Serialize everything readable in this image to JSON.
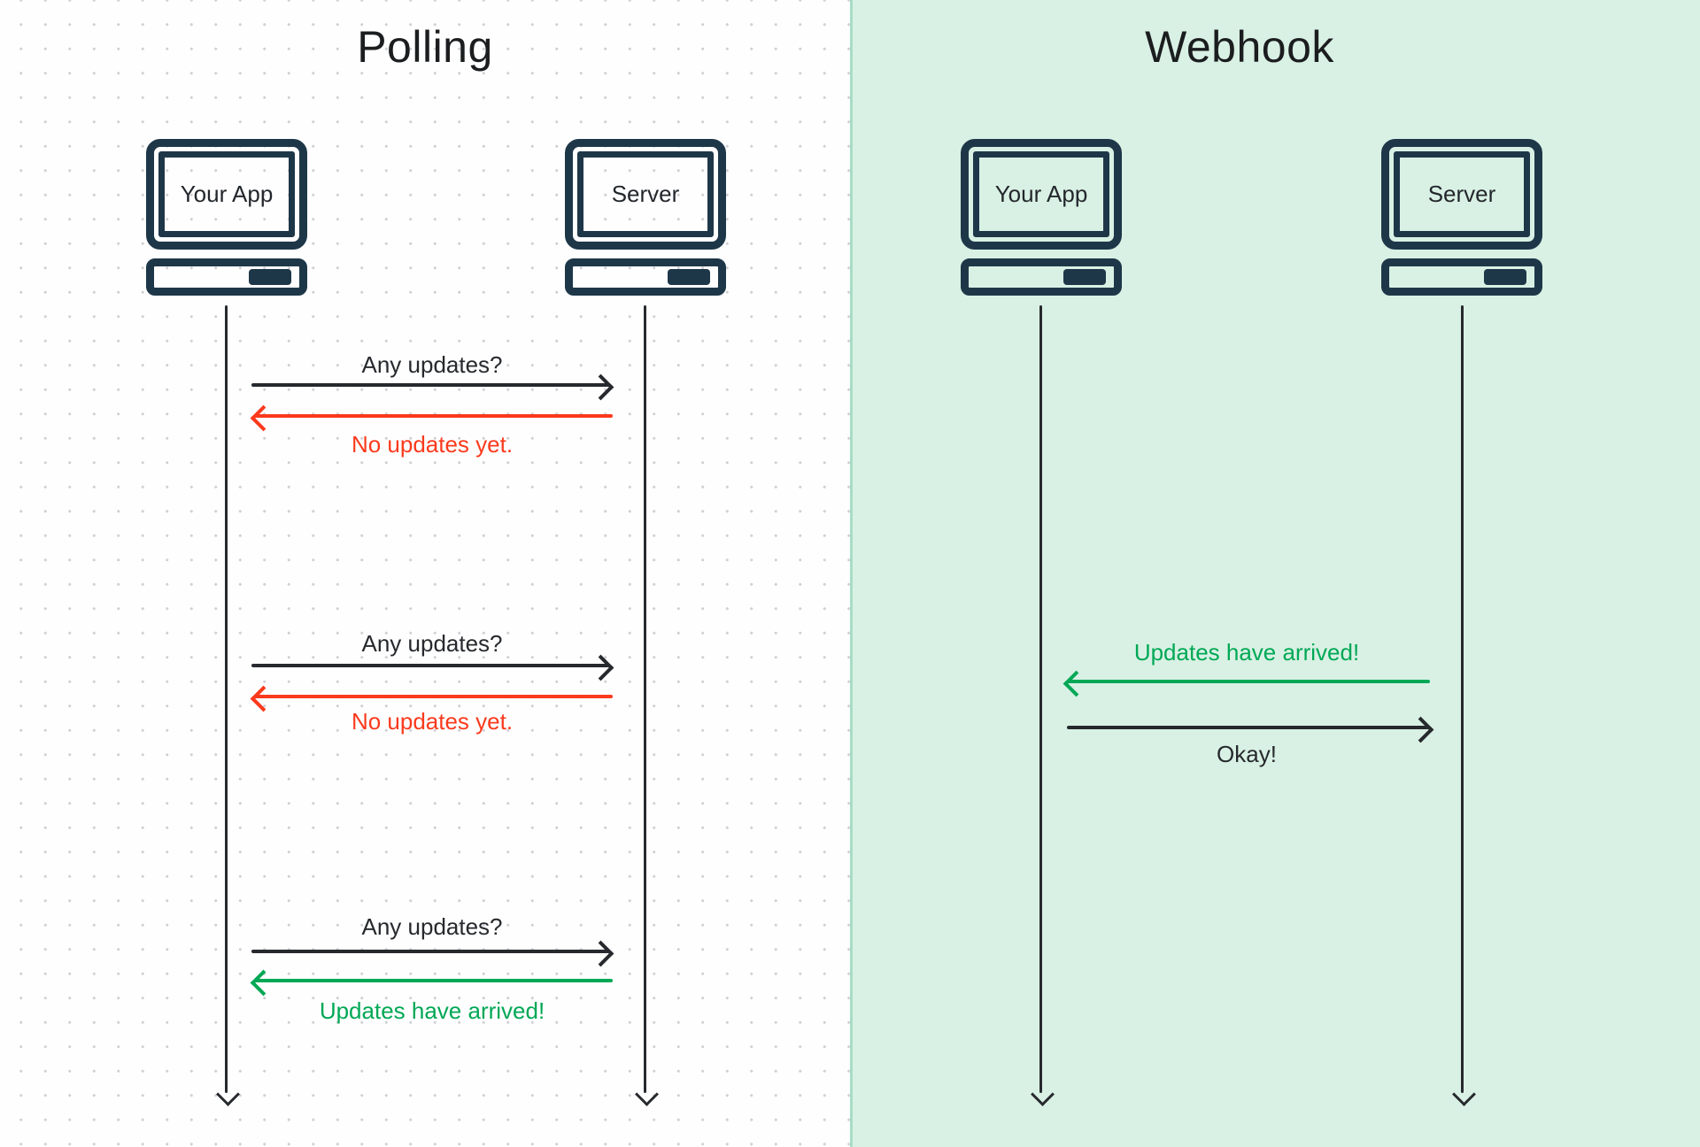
{
  "colors": {
    "ink": "#26292d",
    "navy": "#1e3748",
    "red": "#fb3a1d",
    "green": "#00a855",
    "mint": "#d9f1e4",
    "dot": "#d0d1d6",
    "edge": "#a9dcc5"
  },
  "polling": {
    "title": "Polling",
    "actors": {
      "app": "Your App",
      "server": "Server"
    },
    "exchanges": [
      {
        "request": "Any updates?",
        "response": "No updates yet."
      },
      {
        "request": "Any updates?",
        "response": "No updates yet."
      },
      {
        "request": "Any updates?",
        "response": "Updates have arrived!"
      }
    ]
  },
  "webhook": {
    "title": "Webhook",
    "actors": {
      "app": "Your App",
      "server": "Server"
    },
    "push": "Updates have arrived!",
    "ack": "Okay!"
  }
}
